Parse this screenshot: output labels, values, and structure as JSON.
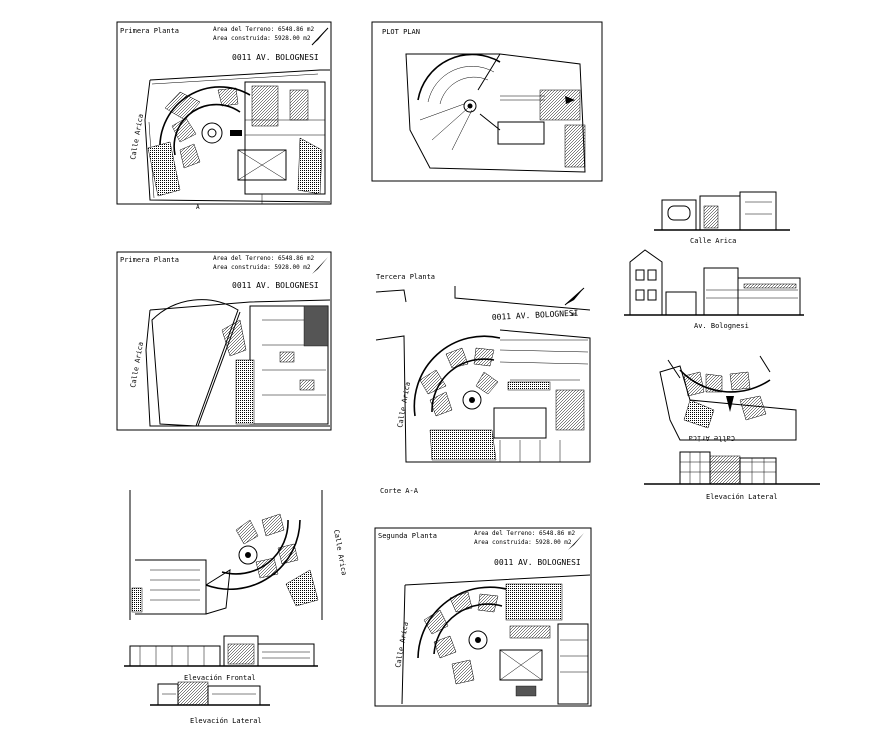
{
  "sheets": {
    "primera": {
      "title": "Primera Planta",
      "area_terreno": "Area del Terreno: 6548.86 m2",
      "area_construida": "Area construida: 5928.00 m2",
      "street_top": "0011 AV. BOLOGNESI",
      "street_side": "Calle Arica",
      "section_mark": "A"
    },
    "plot": {
      "title": "PLOT PLAN"
    },
    "segunda_upper": {
      "title": "Primera Planta",
      "area_terreno": "Area del Terreno: 6548.86 m2",
      "area_construida": "Area construida: 5928.00 m2",
      "street_top": "0011 AV. BOLOGNESI",
      "street_side": "Calle Arica"
    },
    "tercera": {
      "title": "Tercera Planta",
      "street_top": "0011 AV. BOLOGNESI",
      "street_side": "Calle Arica",
      "north": "NM"
    },
    "corte": {
      "title": "Corte A-A"
    },
    "segunda": {
      "title": "Segunda Planta",
      "area_terreno": "Area del Terreno: 6548.86 m2",
      "area_construida": "Area construida: 5928.00 m2",
      "street_top": "0011 AV. BOLOGNESI",
      "street_side": "Calle Arica"
    },
    "bottom_left": {
      "street_side": "Calle Arica",
      "elev_frontal": "Elevación Frontal",
      "elev_lateral": "Elevación Lateral"
    },
    "right_column": {
      "elev_arica": "Calle Arica",
      "elev_bolognesi": "Av. Bolognesi",
      "plan_street": "Calle Arica",
      "elev_lateral": "Elevación Lateral"
    }
  }
}
